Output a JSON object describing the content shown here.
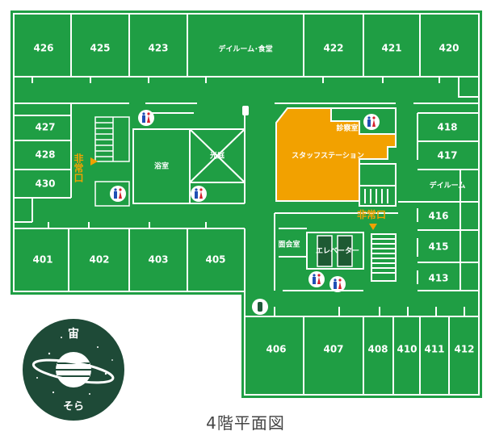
{
  "colors": {
    "floor": "#1f9e44",
    "line": "#ffffff",
    "station": "#f2a100",
    "seal": "#1e4a37",
    "male": "#1f4fb5",
    "female": "#d61f2b"
  },
  "caption": "4階平面図",
  "exit_label": "非常口",
  "seal": {
    "kanji": "宙",
    "kana": "そら"
  },
  "rooms": {
    "r426": "426",
    "r425": "425",
    "r423": "423",
    "dayroom_dining": "デイルーム･食堂",
    "r422": "422",
    "r421": "421",
    "r420": "420",
    "r427": "427",
    "r428": "428",
    "r430": "430",
    "bath": "浴室",
    "lightwell": "光庭",
    "staff_station": "スタッフステーション",
    "exam": "診察室",
    "r418": "418",
    "r417": "417",
    "dayroom": "デイルーム",
    "r416": "416",
    "r415": "415",
    "r413": "413",
    "r401": "401",
    "r402": "402",
    "r403": "403",
    "r405": "405",
    "meeting": "面会室",
    "elevator": "エレベーター",
    "r406": "406",
    "r407": "407",
    "r408": "408",
    "r410": "410",
    "r411": "411",
    "r412": "412"
  },
  "icons": {
    "restroom": "restroom-icon",
    "phone": "phone-icon",
    "planet": "saturn-icon"
  }
}
